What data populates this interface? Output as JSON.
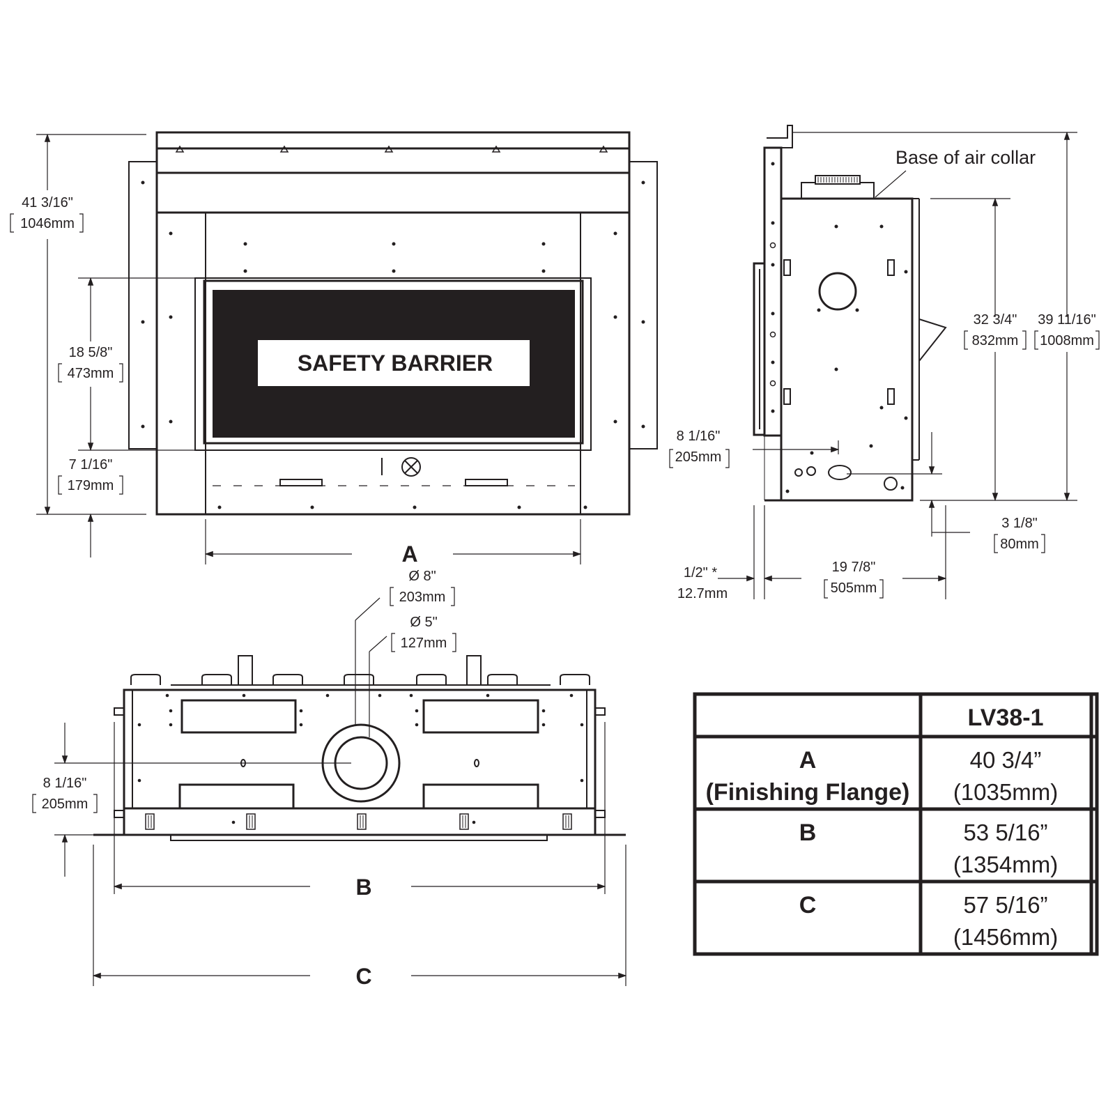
{
  "front_view": {
    "overall_height": "41 3/16\"",
    "overall_height_mm": "1046mm",
    "opening_height": "18 5/8\"",
    "opening_height_mm": "473mm",
    "bottom_height": "7 1/16\"",
    "bottom_height_mm": "179mm",
    "barrier_label": "SAFETY BARRIER",
    "width_label": "A"
  },
  "side_view": {
    "air_collar_label": "Base of air collar",
    "collar_height": "32 3/4\"",
    "collar_height_mm": "832mm",
    "total_height": "39 11/16\"",
    "total_height_mm": "1008mm",
    "inlet_depth": "8 1/16\"",
    "inlet_depth_mm": "205mm",
    "base_offset": "3 1/8\"",
    "base_offset_mm": "80mm",
    "flange_offset": "1/2\" *",
    "flange_offset_mm": "12.7mm",
    "depth": "19 7/8\"",
    "depth_mm": "505mm"
  },
  "top_view": {
    "outer_diameter": "Ø 8\"",
    "outer_diameter_mm": "203mm",
    "inner_diameter": "Ø 5\"",
    "inner_diameter_mm": "127mm",
    "front_offset": "8 1/16\"",
    "front_offset_mm": "205mm",
    "width_b_label": "B",
    "width_c_label": "C"
  },
  "table": {
    "model": "LV38-1",
    "rows": [
      {
        "label": "A",
        "sublabel": "(Finishing Flange)",
        "value": "40 3/4”",
        "value_mm": "(1035mm)"
      },
      {
        "label": "B",
        "sublabel": "",
        "value": "53 5/16”",
        "value_mm": "(1354mm)"
      },
      {
        "label": "C",
        "sublabel": "",
        "value": "57 5/16”",
        "value_mm": "(1456mm)"
      }
    ]
  },
  "colors": {
    "line": "#231f20",
    "background": "#ffffff"
  }
}
